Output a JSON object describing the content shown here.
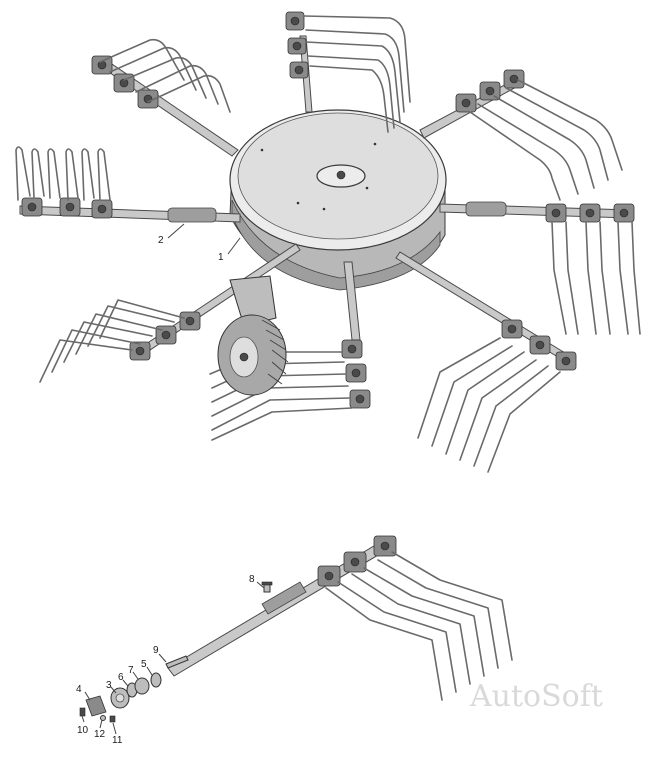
{
  "watermark": "AutoSoft",
  "callouts": {
    "c1": "1",
    "c2": "2",
    "c4": "4",
    "c3": "3",
    "c6": "6",
    "c7": "7",
    "c5": "5",
    "c9": "9",
    "c8": "8",
    "c10": "10",
    "c12": "12",
    "c11": "11"
  }
}
